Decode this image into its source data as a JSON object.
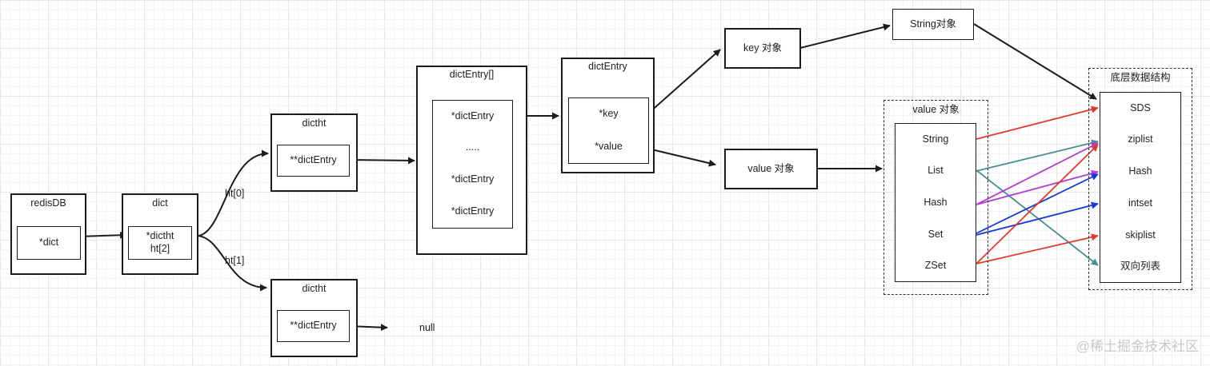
{
  "redisdb": {
    "title": "redisDB",
    "field": "*dict"
  },
  "dict": {
    "title": "dict",
    "field_line1": "*dictht",
    "field_line2": "ht[2]"
  },
  "edges": {
    "ht0": "ht[0]",
    "ht1": "ht[1]"
  },
  "dictht0": {
    "title": "dictht",
    "field": "**dictEntry"
  },
  "dictht1": {
    "title": "dictht",
    "field": "**dictEntry",
    "null_label": "null"
  },
  "entry_array": {
    "title": "dictEntry[]",
    "slots": [
      "*dictEntry",
      ".....",
      "*dictEntry",
      "*dictEntry"
    ]
  },
  "dict_entry": {
    "title": "dictEntry",
    "fields": [
      "*key",
      "*value"
    ]
  },
  "key_object": {
    "label": "key 对象"
  },
  "value_object": {
    "label": "value 对象"
  },
  "string_object": {
    "label": "String对象"
  },
  "value_types": {
    "title": "value 对象",
    "items": [
      "String",
      "List",
      "Hash",
      "Set",
      "ZSet"
    ]
  },
  "encodings": {
    "title": "底层数据结构",
    "items": [
      "SDS",
      "ziplist",
      "Hash",
      "intset",
      "skiplist",
      "双向列表"
    ]
  },
  "colors": {
    "red": "#e03a2e",
    "teal": "#4b8f8f",
    "purple": "#b23ad3",
    "blue": "#1538d6",
    "ink": "#1c1c1c"
  },
  "mappings": [
    {
      "from": "String",
      "to": "SDS",
      "color": "red"
    },
    {
      "from": "List",
      "to": "ziplist",
      "color": "teal"
    },
    {
      "from": "List",
      "to": "双向列表",
      "color": "teal"
    },
    {
      "from": "Hash",
      "to": "ziplist",
      "color": "purple"
    },
    {
      "from": "Hash",
      "to": "Hash",
      "color": "purple"
    },
    {
      "from": "Set",
      "to": "Hash",
      "color": "blue"
    },
    {
      "from": "Set",
      "to": "intset",
      "color": "blue"
    },
    {
      "from": "ZSet",
      "to": "ziplist",
      "color": "red"
    },
    {
      "from": "ZSet",
      "to": "skiplist",
      "color": "red"
    }
  ],
  "watermark": "@稀土掘金技术社区"
}
